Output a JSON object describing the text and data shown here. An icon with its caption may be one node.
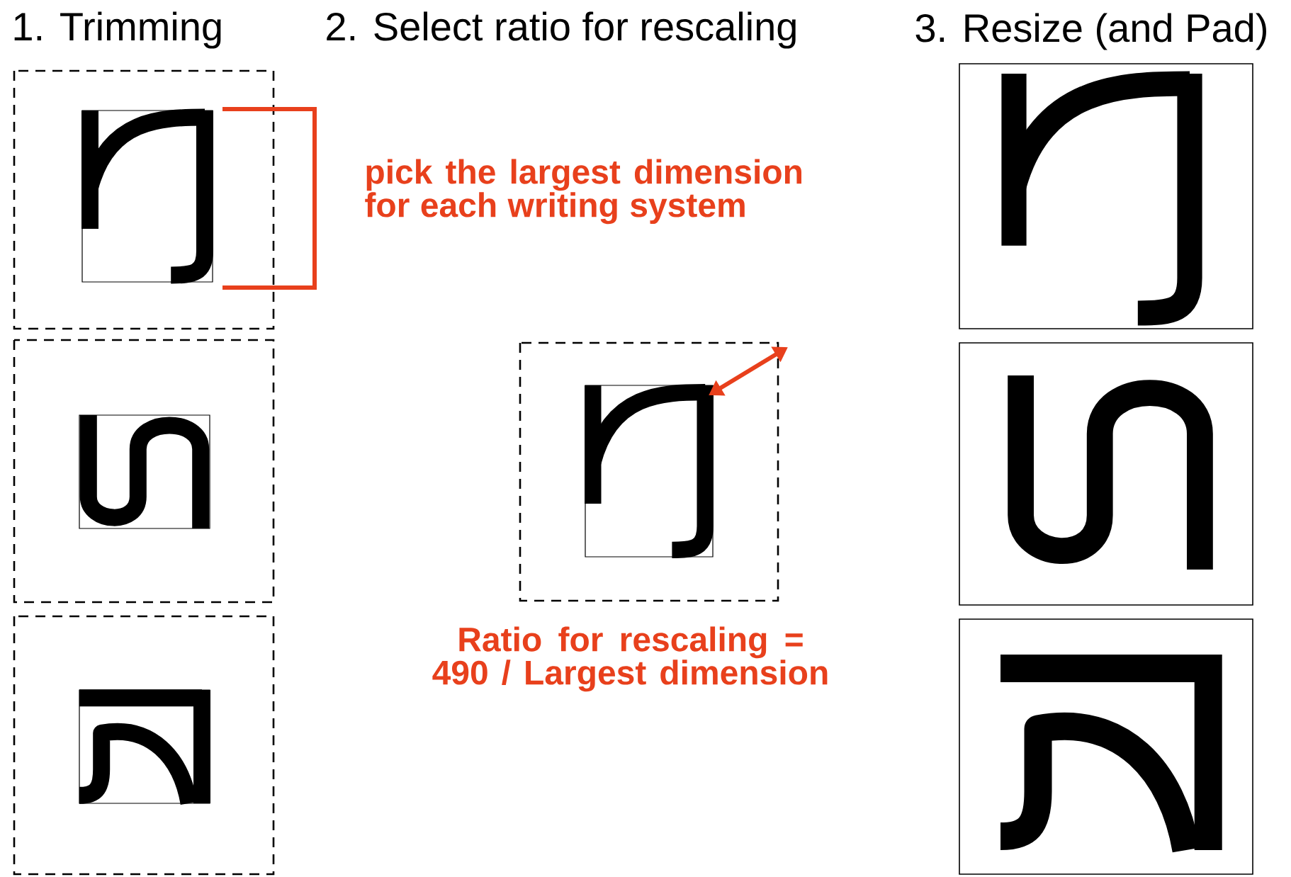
{
  "diagram": {
    "labels": [
      "1. Trimming",
      "2. Select ratio for rescaling",
      "3. Resize (and Pad)",
      "pick the largest dimension for each writing system",
      "Ratio for rescaling = 490 / Largest dimension"
    ]
  }
}
